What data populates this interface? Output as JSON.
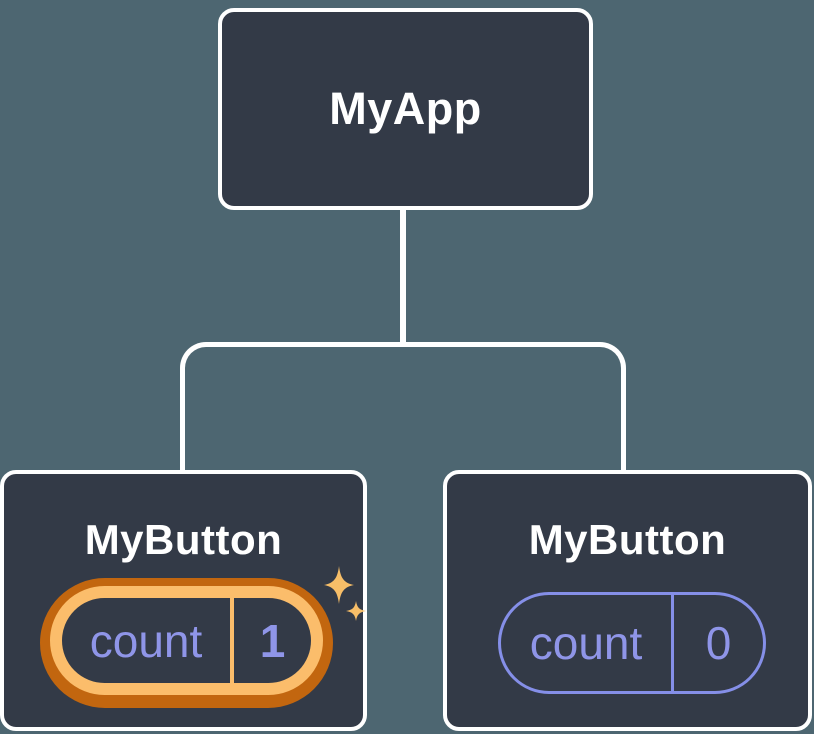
{
  "figure": {
    "description": "Component tree diagram",
    "root": {
      "label": "MyApp"
    },
    "children": [
      {
        "label": "MyButton",
        "state": {
          "key": "count",
          "value": "1"
        },
        "highlighted": true
      },
      {
        "label": "MyButton",
        "state": {
          "key": "count",
          "value": "0"
        },
        "highlighted": false
      }
    ]
  },
  "icons": {
    "sparkle": "four-point-sparkle"
  },
  "colors": {
    "background": "#4D6671",
    "node_fill": "#333A47",
    "node_border": "#FFFFFF",
    "connector": "#FFFFFF",
    "state_text": "#8F95E8",
    "state_border": "#858FE8",
    "highlight_outer": "#C2660F",
    "highlight_inner": "#FBBD6B",
    "sparkle": "#F7BE68"
  }
}
